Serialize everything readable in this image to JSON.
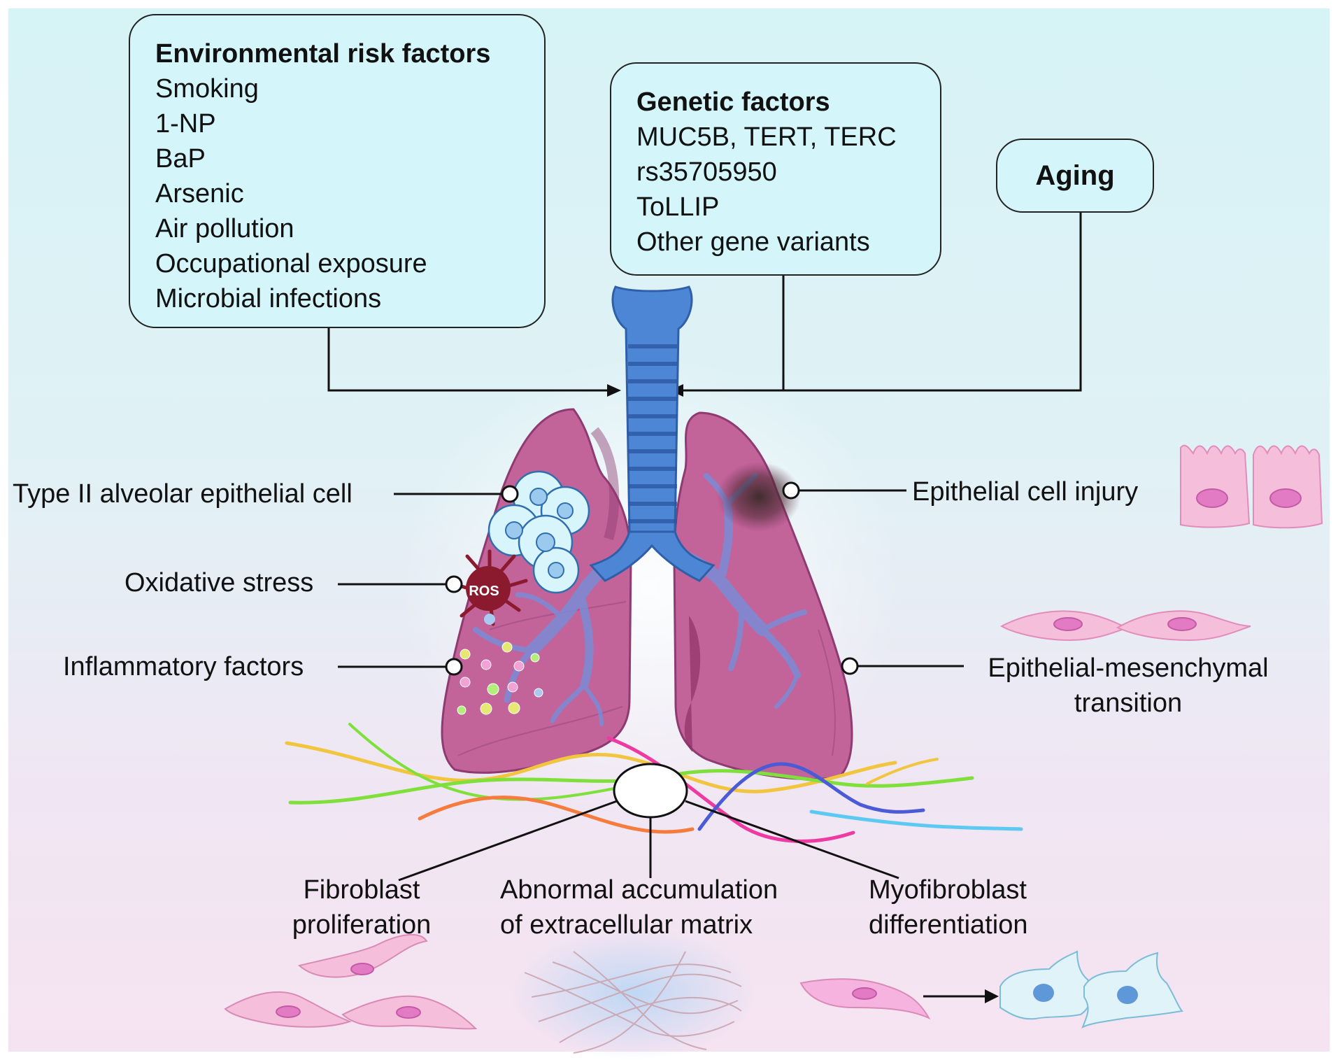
{
  "environmental": {
    "title": "Environmental risk factors",
    "items": [
      "Smoking",
      "1-NP",
      "BaP",
      "Arsenic",
      "Air pollution",
      "Occupational exposure",
      "Microbial infections"
    ]
  },
  "genetic": {
    "title": "Genetic factors",
    "items": [
      "MUC5B, TERT, TERC",
      "rs35705950",
      "ToLLIP",
      "Other gene variants"
    ]
  },
  "aging": {
    "title": "Aging"
  },
  "left_labels": {
    "type2": "Type II alveolar epithelial cell",
    "oxidative": "Oxidative stress",
    "inflammatory": "Inflammatory factors"
  },
  "ros_label": "ROS",
  "right_labels": {
    "injury": "Epithelial cell injury",
    "emt_line1": "Epithelial-mesenchymal",
    "emt_line2": "transition"
  },
  "bottom_labels": {
    "fibro_line1": "Fibroblast",
    "fibro_line2": "proliferation",
    "ecm_line1": "Abnormal accumulation",
    "ecm_line2": "of extracellular matrix",
    "myo_line1": "Myofibroblast",
    "myo_line2": "differentiation"
  },
  "colors": {
    "box_fill": "#d4f6fb",
    "lung": "#c2639a",
    "trachea": "#4d86d4",
    "ros": "#8c1a2e"
  }
}
